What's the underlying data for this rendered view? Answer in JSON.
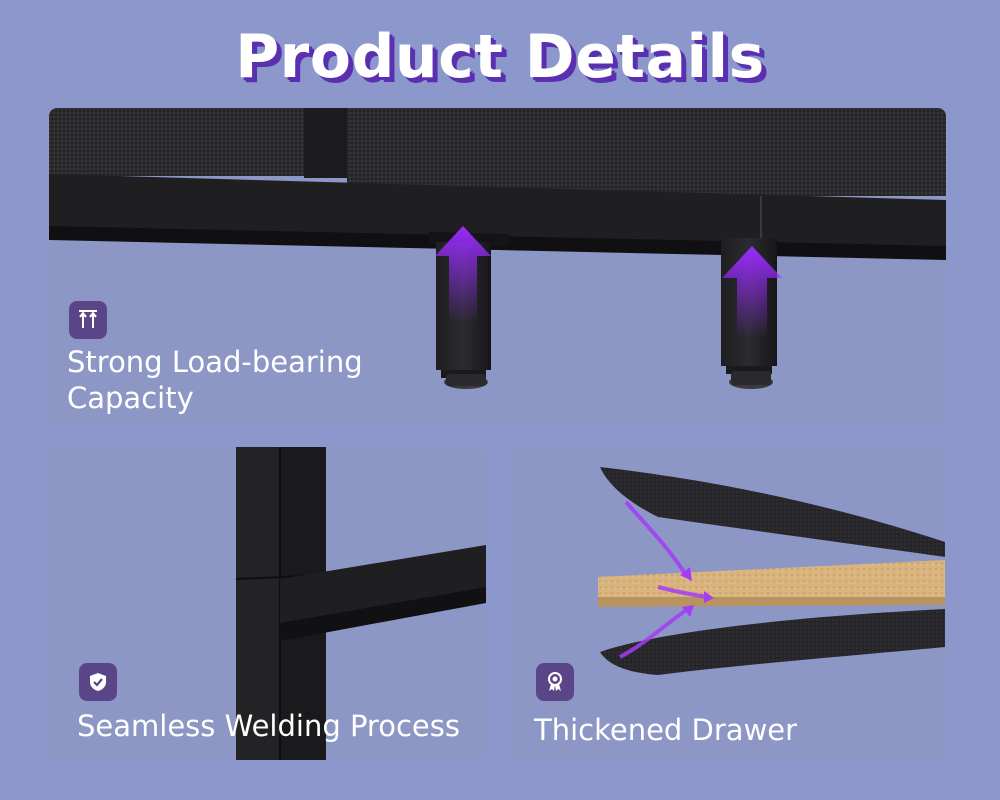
{
  "title": "Product Details",
  "features": [
    {
      "label_line1": "Strong Load-bearing",
      "label_line2": "Capacity",
      "icon": "load-arrows-icon"
    },
    {
      "label": "Seamless Welding Process",
      "icon": "shield-check-icon"
    },
    {
      "label": "Thickened Drawer",
      "icon": "award-ribbon-icon"
    }
  ],
  "colors": {
    "background": "#8c97cc",
    "title_shadow": "#5a2fb0",
    "badge": "#5a4588",
    "accent_arrow": "#8b1cf0"
  }
}
